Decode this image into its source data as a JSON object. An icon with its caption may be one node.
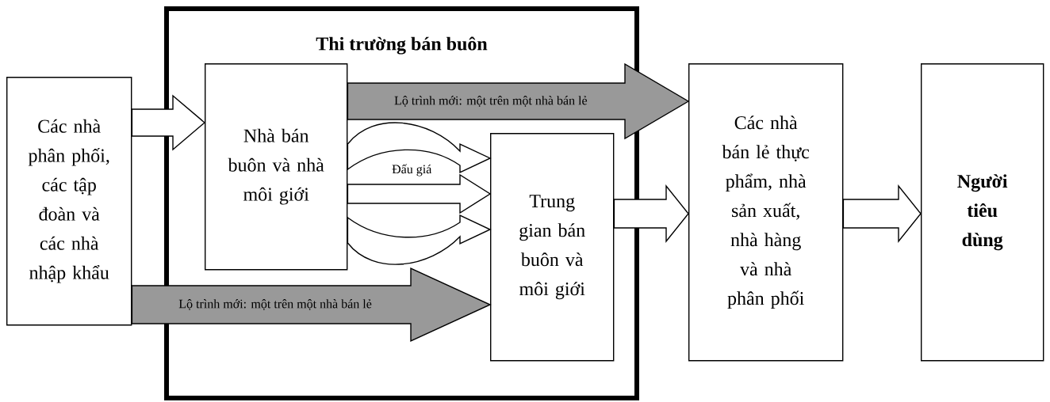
{
  "diagram": {
    "nodes": [
      {
        "text": [
          "Thi trường bán buôn"
        ]
      },
      {
        "text": [
          "Các nhà phân phối, các tập đoàn và các nhà nhập khẩu"
        ]
      },
      {
        "text": [
          "Nhà bán buôn và nhà môi giới"
        ],
        "in": 0
      },
      {
        "text": [
          "Trung gian bán buôn và môi giới"
        ],
        "in": 0
      },
      {
        "text": [
          "Các nhà bán lẻ thực phẩm, nhà sản xuất, nhà hàng và nhà phân phối"
        ]
      },
      {
        "text": [
          "Người tiêu dùng"
        ]
      }
    ],
    "edges": [
      {
        "from": 1,
        "to": 2,
        "arrow": "to"
      },
      {
        "from": 2,
        "to": 4,
        "arrow": "to",
        "label": "Lộ trình mới: một trên một nhà bán lẻ",
        "color": "#999999"
      },
      {
        "from": 2,
        "to": 3,
        "arrow": "to"
      },
      {
        "from": 2,
        "to": 3,
        "arrow": "to",
        "label": "Đấu giá"
      },
      {
        "from": 2,
        "to": 3,
        "arrow": "to"
      },
      {
        "from": 1,
        "to": 3,
        "arrow": "to",
        "label": "Lộ trình mới: một trên một nhà bán lẻ",
        "color": "#999999"
      },
      {
        "from": 3,
        "to": 4,
        "arrow": "to"
      },
      {
        "from": 4,
        "to": 5,
        "arrow": "to"
      }
    ]
  }
}
